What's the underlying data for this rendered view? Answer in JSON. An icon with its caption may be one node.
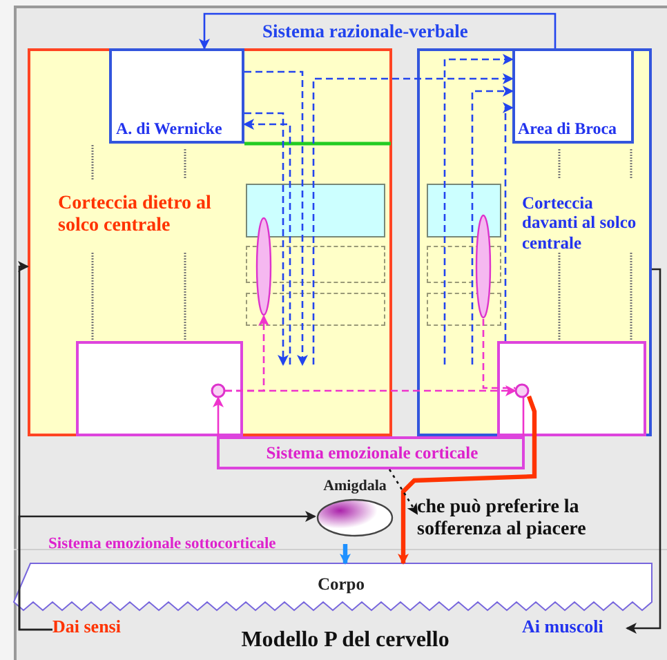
{
  "diagram": {
    "title": "Modello P del cervello",
    "nodes": [
      {
        "text": [
          "Corteccia dietro al solco centrale"
        ]
      },
      {
        "text": [
          "A. di Wernicke"
        ],
        "in": 0
      },
      {
        "text": [
          "Corteccia davanti al solco centrale"
        ]
      },
      {
        "text": [
          "Area di Broca"
        ],
        "in": 2
      },
      {
        "text": [],
        "shape": "box",
        "in": 0
      },
      {
        "text": [],
        "shape": "box",
        "in": 0
      },
      {
        "text": [],
        "shape": "box",
        "in": 0
      },
      {
        "text": [],
        "shape": "ellipse",
        "in": 0
      },
      {
        "text": [],
        "shape": "box",
        "in": 0
      },
      {
        "text": [],
        "shape": "circle",
        "in": 8
      },
      {
        "text": [],
        "shape": "box",
        "in": 2
      },
      {
        "text": [],
        "shape": "box",
        "in": 2
      },
      {
        "text": [],
        "shape": "box",
        "in": 2
      },
      {
        "text": [],
        "shape": "ellipse",
        "in": 2
      },
      {
        "text": [],
        "shape": "box",
        "in": 2
      },
      {
        "text": [],
        "shape": "circle",
        "in": 14
      },
      {
        "text": [
          "Sistema emozionale corticale"
        ]
      },
      {
        "text": [
          "Amigdala"
        ]
      },
      {
        "text": [
          "che può preferire la sofferenza al piacere"
        ]
      },
      {
        "text": [
          "Corpo"
        ]
      },
      {
        "text": [
          "Dai sensi"
        ]
      },
      {
        "text": [
          "Ai muscoli"
        ]
      }
    ],
    "edges": [
      {
        "from": 3,
        "to": 1,
        "arrow": "to"
      },
      {
        "from": 1,
        "to": null,
        "arrow": "to",
        "style": "dashed"
      },
      {
        "from": 1,
        "to": null,
        "arrow": "to",
        "style": "dashed"
      },
      {
        "from": null,
        "to": 1,
        "arrow": "to",
        "style": "dashed"
      },
      {
        "from": null,
        "to": 3,
        "arrow": "to",
        "style": "dashed"
      },
      {
        "from": null,
        "to": 3,
        "arrow": "to",
        "style": "dashed"
      },
      {
        "from": null,
        "to": 3,
        "arrow": "to",
        "style": "dashed"
      },
      {
        "from": 14,
        "to": 3,
        "arrow": "to",
        "style": "dashed"
      },
      {
        "from": 9,
        "to": 7,
        "arrow": "to",
        "style": "dashed",
        "color": "#ee33cc"
      },
      {
        "from": 9,
        "to": 15,
        "arrow": "to",
        "style": "dashed",
        "color": "#ee33cc"
      },
      {
        "from": 13,
        "to": 15,
        "arrow": "none",
        "style": "dashed",
        "color": "#ee33cc"
      },
      {
        "from": 16,
        "to": 9,
        "arrow": "to",
        "color": "#ee33cc"
      },
      {
        "from": 15,
        "to": 16,
        "arrow": "none",
        "color": "#ee33cc"
      },
      {
        "from": 15,
        "to": 19,
        "arrow": "to",
        "style": "thick",
        "color": "#ff3300"
      },
      {
        "from": 17,
        "to": 19,
        "arrow": "to",
        "style": "thick",
        "color": "#1e90ff"
      },
      {
        "from": 20,
        "to": 0,
        "arrow": "to",
        "color": "#222222"
      },
      {
        "from": 20,
        "to": 17,
        "arrow": "to",
        "color": "#222222"
      },
      {
        "from": 2,
        "to": 21,
        "arrow": "to",
        "color": "#222222"
      },
      {
        "from": 16,
        "to": 18,
        "arrow": "to",
        "style": "dashed",
        "color": "#111111"
      }
    ],
    "labels": [
      "Sistema razionale-verbale",
      "Sistema emozionale sottocorticale"
    ]
  }
}
